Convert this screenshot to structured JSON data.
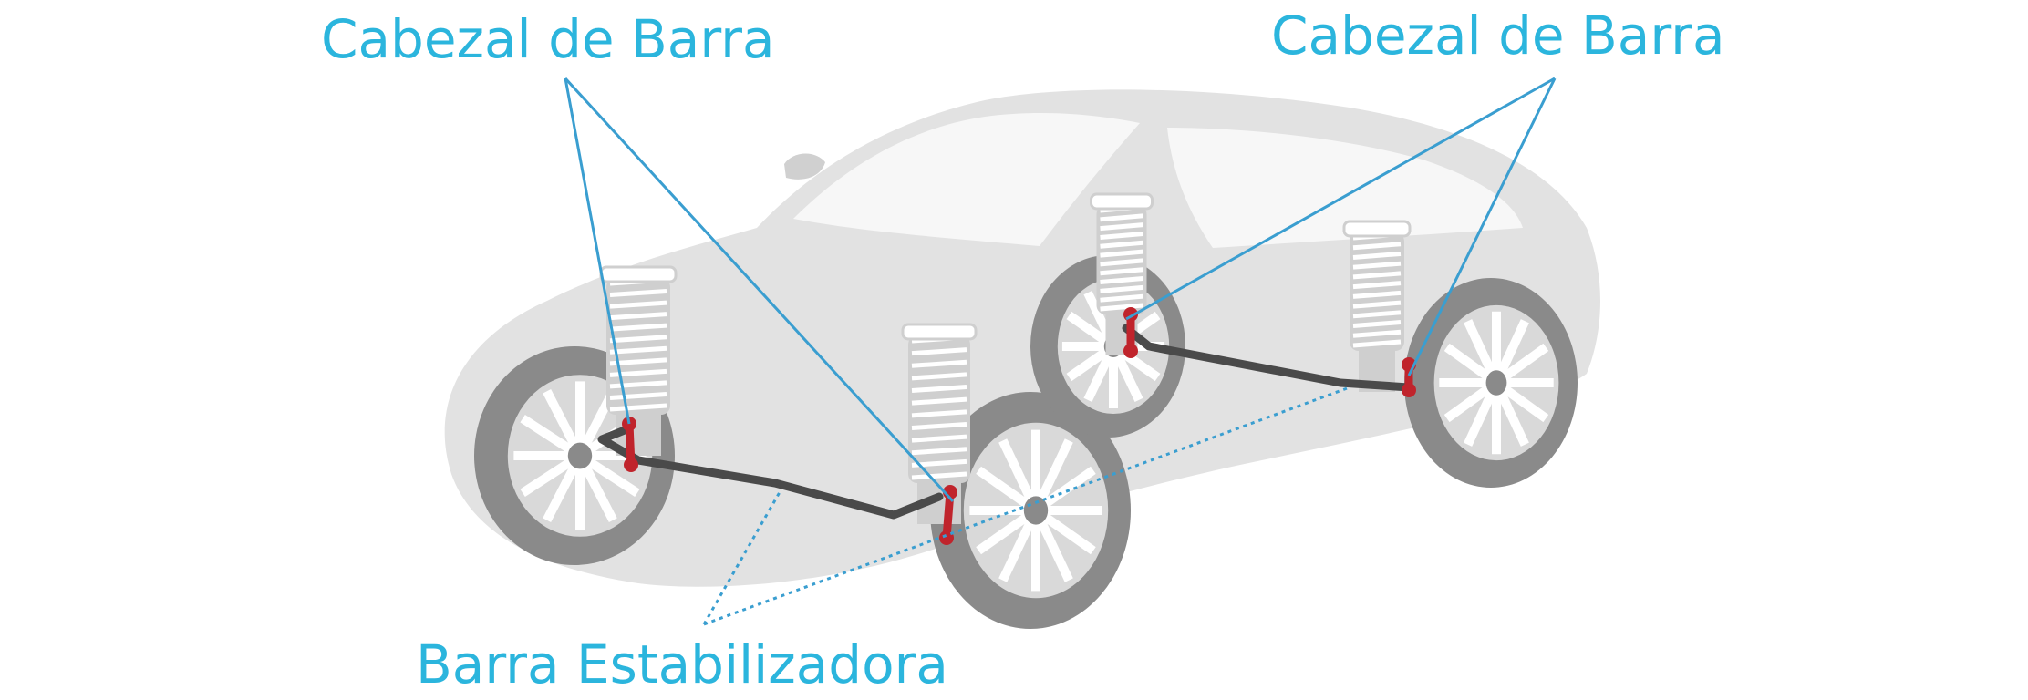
{
  "labels": {
    "tie_rod_end_left": "Cabezal de Barra",
    "tie_rod_end_right": "Cabezal de Barra",
    "stabilizer_bar": "Barra Estabilizadora"
  },
  "colors": {
    "label_text": "#2bb5dd",
    "leader_line": "#3a9ed0",
    "car_body": "#e2e2e2",
    "car_shadow": "#d0d0d0",
    "window": "#f7f7f7",
    "tire": "#8a8a8a",
    "rim": "#d9d9d9",
    "spoke": "#ffffff",
    "spring": "#cfcfcf",
    "spring_coil": "#ffffff",
    "bar": "#4a4a4a",
    "joint": "#c0242c"
  },
  "icons": {
    "car": "car-silhouette-icon",
    "wheel": "wheel-icon",
    "spring": "coil-spring-icon"
  }
}
